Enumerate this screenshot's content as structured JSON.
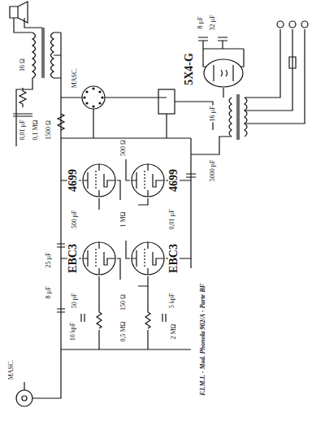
{
  "diagram": {
    "caption": "F.I.M.I. - Mod. Phonola 902/A - Parte BF",
    "nodes": [
      {
        "text": [
          "4699"
        ]
      },
      {
        "text": [
          "4699"
        ]
      },
      {
        "text": [
          "EBC3"
        ]
      },
      {
        "text": [
          "EBC3"
        ]
      },
      {
        "text": [
          "5X4-G"
        ]
      }
    ],
    "labels": [
      "MASC.",
      "0,01 µF",
      "0,1 MΩ",
      "1500 Ω",
      "16 Ω",
      "500 Ω",
      "500 pF",
      "1 MΩ",
      "0,01 µF",
      "50 pF",
      "150 Ω",
      "5 kpF",
      "10 kpF",
      "0,5 MΩ",
      "2 MΩ",
      "25 µF",
      "8 µF",
      "5000 pF",
      "16 µF",
      "32 µF",
      "8 µF",
      "MASC."
    ]
  }
}
